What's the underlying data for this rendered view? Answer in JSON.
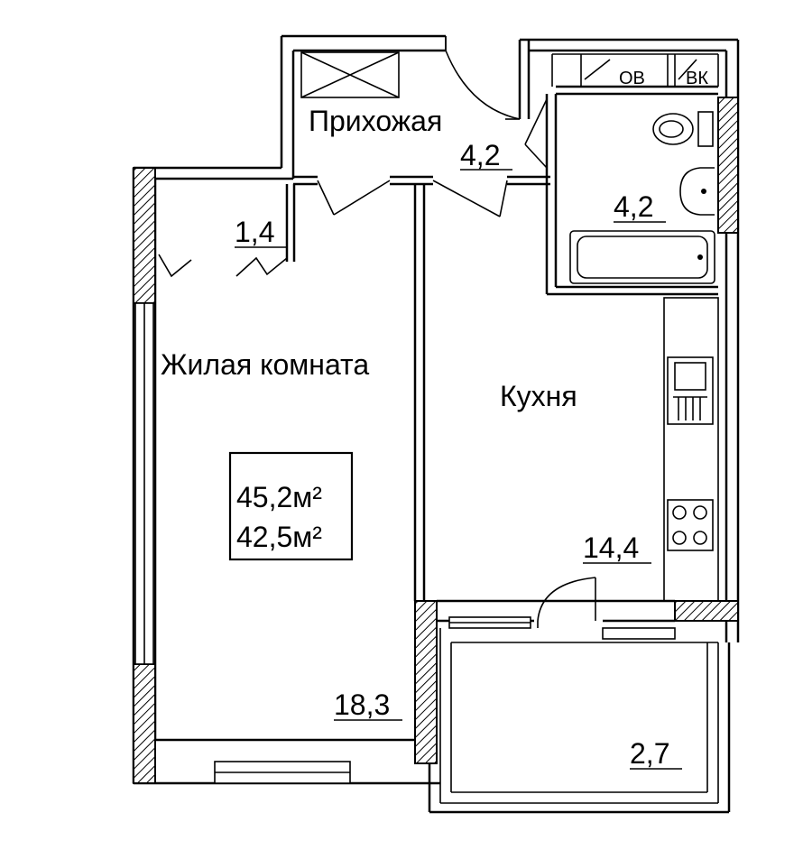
{
  "rooms": {
    "hallway": {
      "name": "Прихожая",
      "area": "4,2"
    },
    "bathroom": {
      "area": "4,2"
    },
    "wardrobe": {
      "area": "1,4"
    },
    "living": {
      "name": "Жилая комната",
      "area": "18,3"
    },
    "kitchen": {
      "name": "Кухня",
      "area": "14,4"
    },
    "balcony": {
      "area": "2,7"
    }
  },
  "shafts": {
    "ov": "ОВ",
    "vk": "ВК"
  },
  "totals": {
    "total_area": "45,2м²",
    "living_area": "42,5м²"
  }
}
